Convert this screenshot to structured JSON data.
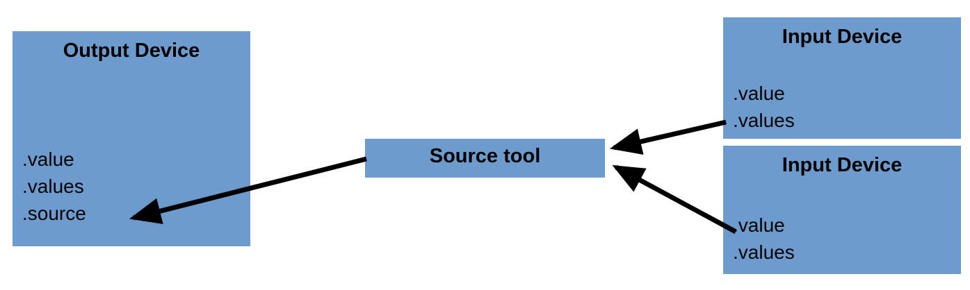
{
  "diagram": {
    "colors": {
      "box_fill": "#6e9bcd",
      "arrow": "#000000"
    },
    "output_device": {
      "title": "Output Device",
      "fields": [
        ".value",
        ".values",
        ".source"
      ]
    },
    "source_tool": {
      "title": "Source tool"
    },
    "input_device_top": {
      "title": "Input Device",
      "fields": [
        ".value",
        ".values"
      ]
    },
    "input_device_bottom": {
      "title": "Input Device",
      "fields": [
        ".value",
        ".values"
      ]
    }
  }
}
